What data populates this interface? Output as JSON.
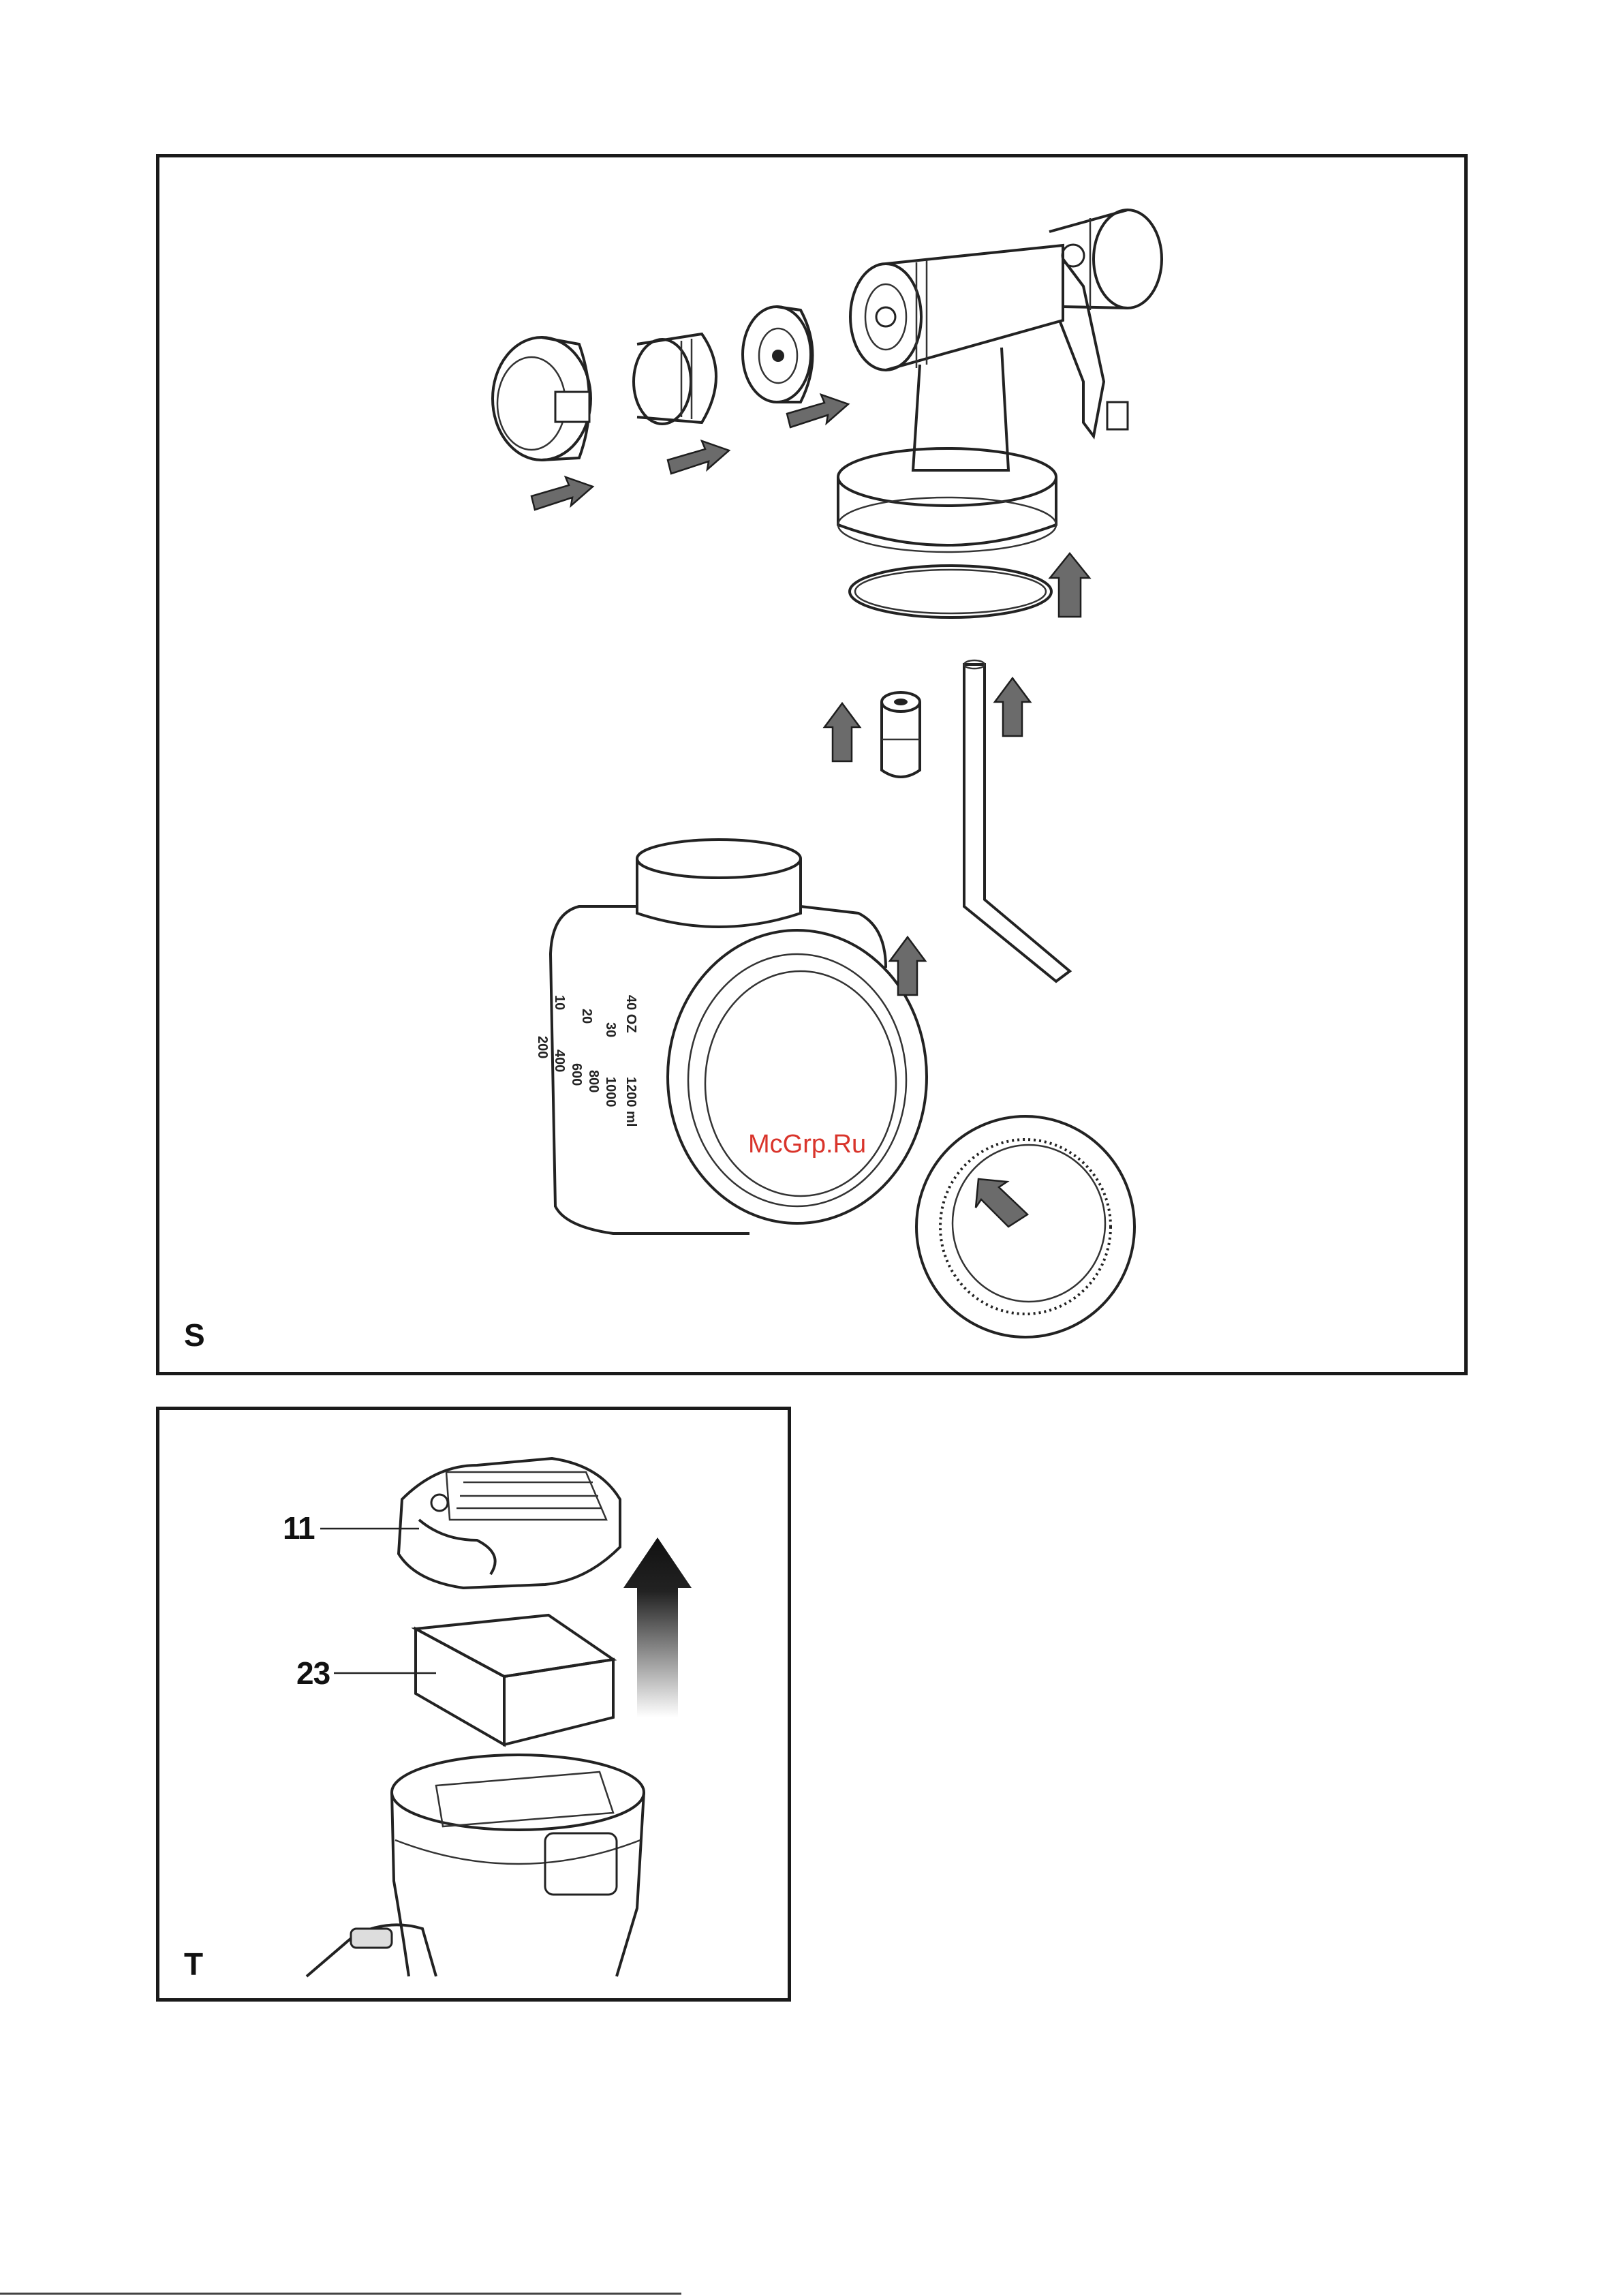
{
  "panels": {
    "s": {
      "letter": "S"
    },
    "t": {
      "letter": "T"
    }
  },
  "callouts": {
    "filter_cover": "11",
    "filter_sponge": "23"
  },
  "container_scale": {
    "oz_marks": [
      "40 OZ",
      "30",
      "20",
      "10"
    ],
    "ml_marks": [
      "1200 ml",
      "1000",
      "800",
      "600",
      "400",
      "200"
    ]
  },
  "watermark": "McGrp.Ru"
}
